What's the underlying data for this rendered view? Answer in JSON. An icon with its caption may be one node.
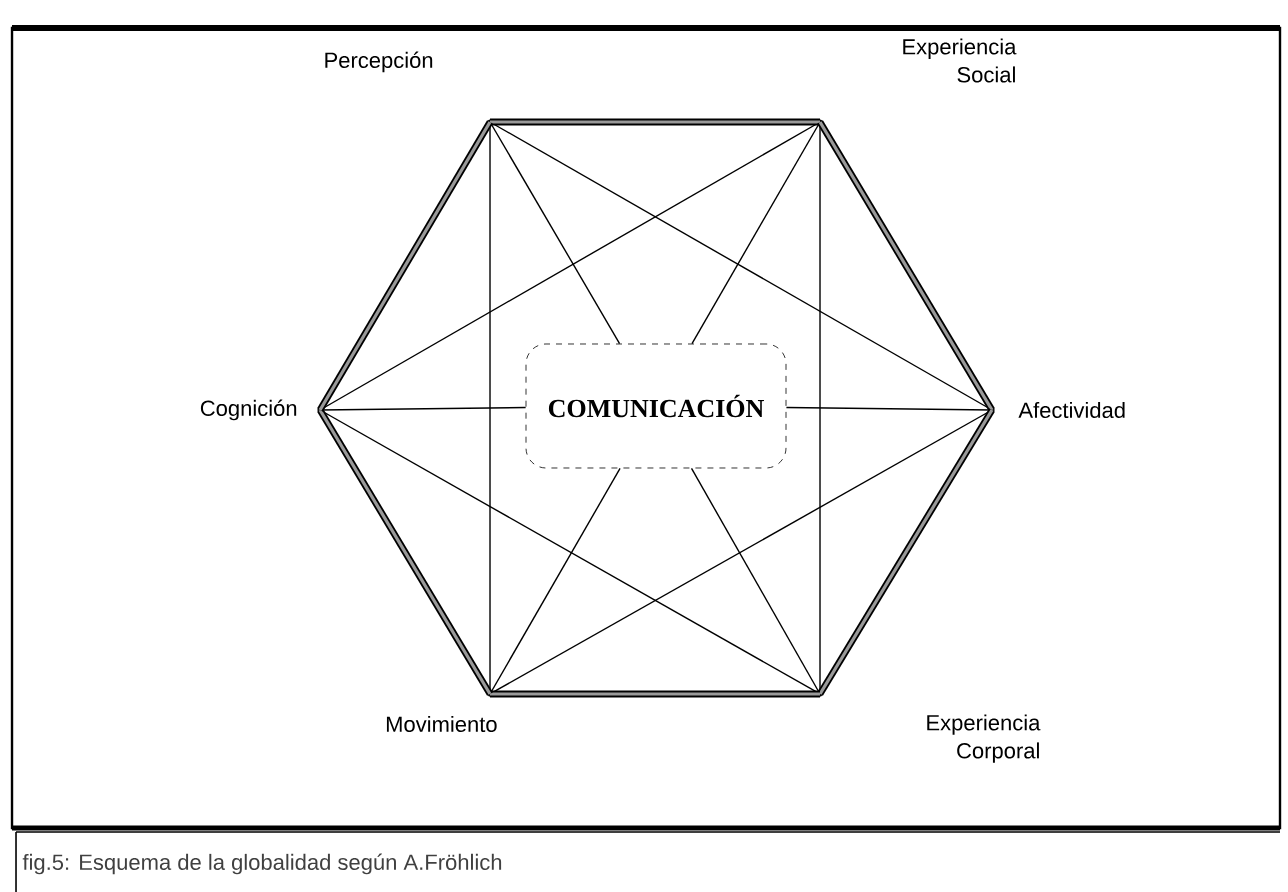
{
  "diagram": {
    "caption": "fig.5: Esquema de la globalidad según A.Fröhlich",
    "nodes": [
      {
        "text": [
          "Percepción"
        ]
      },
      {
        "text": [
          "Experiencia Social"
        ]
      },
      {
        "text": [
          "Afectividad"
        ]
      },
      {
        "text": [
          "Experiencia Corporal"
        ]
      },
      {
        "text": [
          "Movimiento"
        ]
      },
      {
        "text": [
          "Cognición"
        ]
      },
      {
        "text": [
          "COMUNICACIÓN"
        ]
      }
    ],
    "edges": [
      {
        "from": 0,
        "to": 4,
        "arrow": "none"
      },
      {
        "from": 1,
        "to": 3,
        "arrow": "none"
      },
      {
        "from": 0,
        "to": 2,
        "arrow": "none"
      },
      {
        "from": 1,
        "to": 5,
        "arrow": "none"
      },
      {
        "from": 5,
        "to": 3,
        "arrow": "none"
      },
      {
        "from": 2,
        "to": 4,
        "arrow": "none"
      },
      {
        "from": 0,
        "to": 6,
        "arrow": "none"
      },
      {
        "from": 1,
        "to": 6,
        "arrow": "none"
      },
      {
        "from": 5,
        "to": 6,
        "arrow": "none"
      },
      {
        "from": 6,
        "to": 2,
        "arrow": "none"
      },
      {
        "from": 4,
        "to": 6,
        "arrow": "none"
      },
      {
        "from": 3,
        "to": 6,
        "arrow": "none"
      },
      {
        "from": 0,
        "to": 1,
        "arrow": "none",
        "style": "thick"
      },
      {
        "from": 1,
        "to": 2,
        "arrow": "none",
        "style": "thick"
      },
      {
        "from": 2,
        "to": 3,
        "arrow": "none",
        "style": "thick"
      },
      {
        "from": 3,
        "to": 4,
        "arrow": "none",
        "style": "thick"
      },
      {
        "from": 4,
        "to": 5,
        "arrow": "none",
        "style": "thick"
      },
      {
        "from": 5,
        "to": 0,
        "arrow": "none",
        "style": "thick"
      }
    ]
  }
}
